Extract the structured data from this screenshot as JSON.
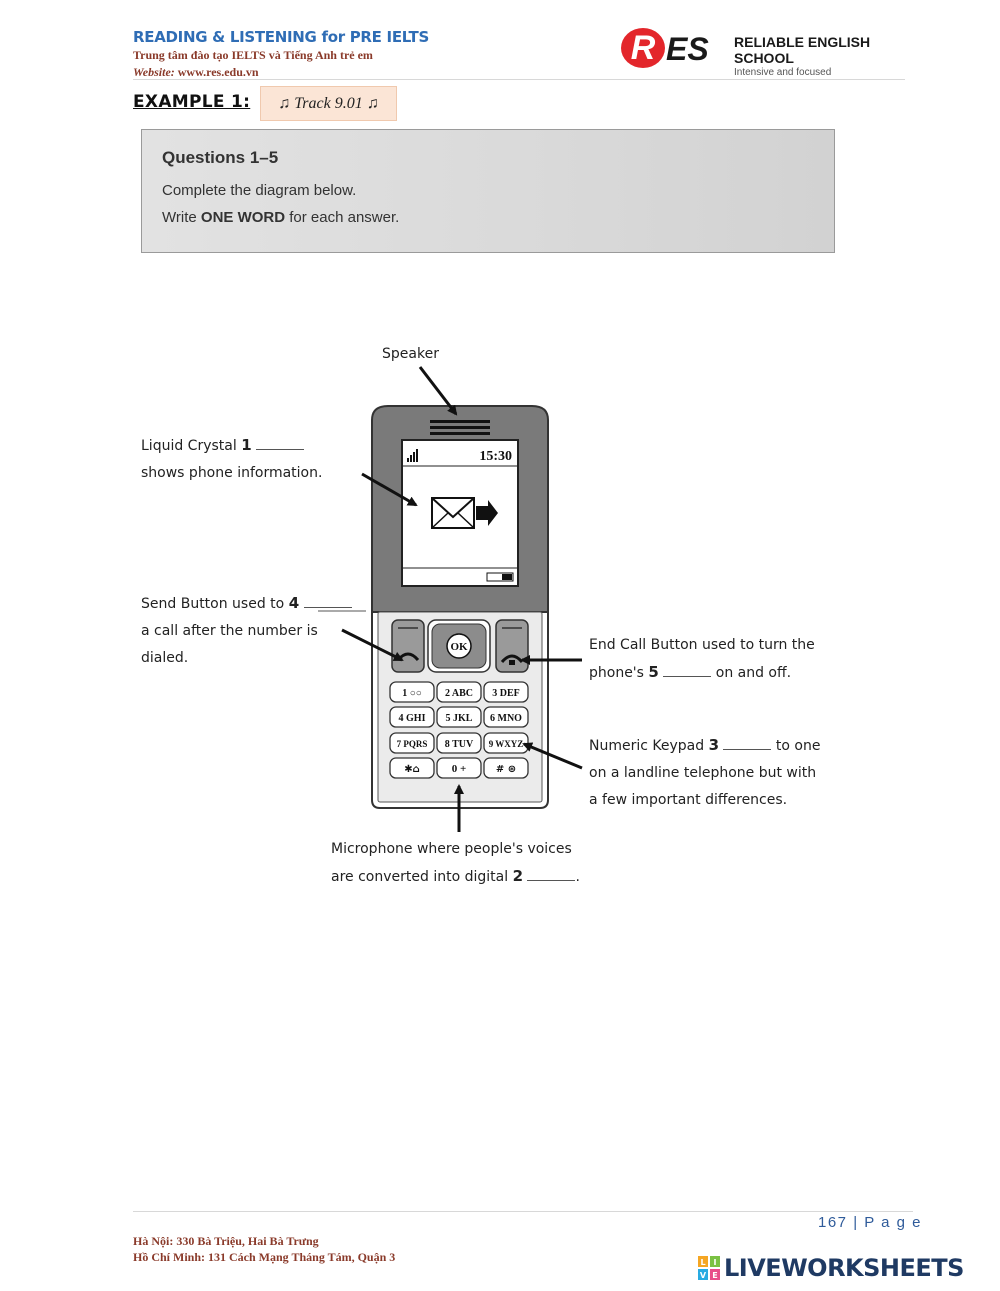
{
  "header": {
    "title": "READING & LISTENING for PRE IELTS",
    "subtitle": "Trung tâm đào tạo IELTS và Tiếng Anh trẻ em",
    "website_label": "Website:",
    "website": "www.res.edu.vn",
    "logo_mark": "RES",
    "logo_name": "RELIABLE ENGLISH SCHOOL",
    "logo_tagline": "Intensive and focused"
  },
  "example": {
    "heading": "EXAMPLE 1:",
    "track": "♫ Track 9.01 ♫"
  },
  "questions": {
    "title": "Questions 1–5",
    "instruction": "Complete the diagram below.",
    "write_pre": "Write ",
    "write_bold": "ONE WORD",
    "write_post": " for each answer."
  },
  "diagram": {
    "speaker": "Speaker",
    "lcd": {
      "line1_pre": "Liquid Crystal ",
      "num": "1",
      "line2": "shows phone information."
    },
    "send": {
      "line1_pre": "Send Button used to ",
      "num": "4",
      "line2": "a call after the number is",
      "line3": "dialed."
    },
    "end": {
      "line1": "End Call Button used to turn the",
      "line2_pre": "phone's ",
      "num": "5",
      "line2_post": " on and off."
    },
    "keypad": {
      "line1_pre": "Numeric Keypad ",
      "num": "3",
      "line1_post": " to one",
      "line2": "on a landline telephone but with",
      "line3": "a few important differences."
    },
    "mic": {
      "line1": "Microphone where people's voices",
      "line2_pre": "are converted into digital ",
      "num": "2",
      "line2_post": "."
    },
    "screen_time": "15:30",
    "ok_label": "OK",
    "keys": [
      "1 ○○",
      "2 ABC",
      "3 DEF",
      "4 GHI",
      "5 JKL",
      "6 MNO",
      "7 PQRS",
      "8 TUV",
      "9 WXYZ",
      "✱⌂",
      "0 +",
      "# ⊛"
    ]
  },
  "footer": {
    "page": "167 | P a g e",
    "addr_hanoi": "Hà Nội: 330 Bà Triệu, Hai Bà Trưng",
    "addr_hcm": "Hồ Chí Minh: 131 Cách Mạng Tháng Tám, Quận 3",
    "brand": "LIVEWORKSHEETS",
    "brand_blocks": [
      "L",
      "I",
      "V",
      "E"
    ]
  }
}
